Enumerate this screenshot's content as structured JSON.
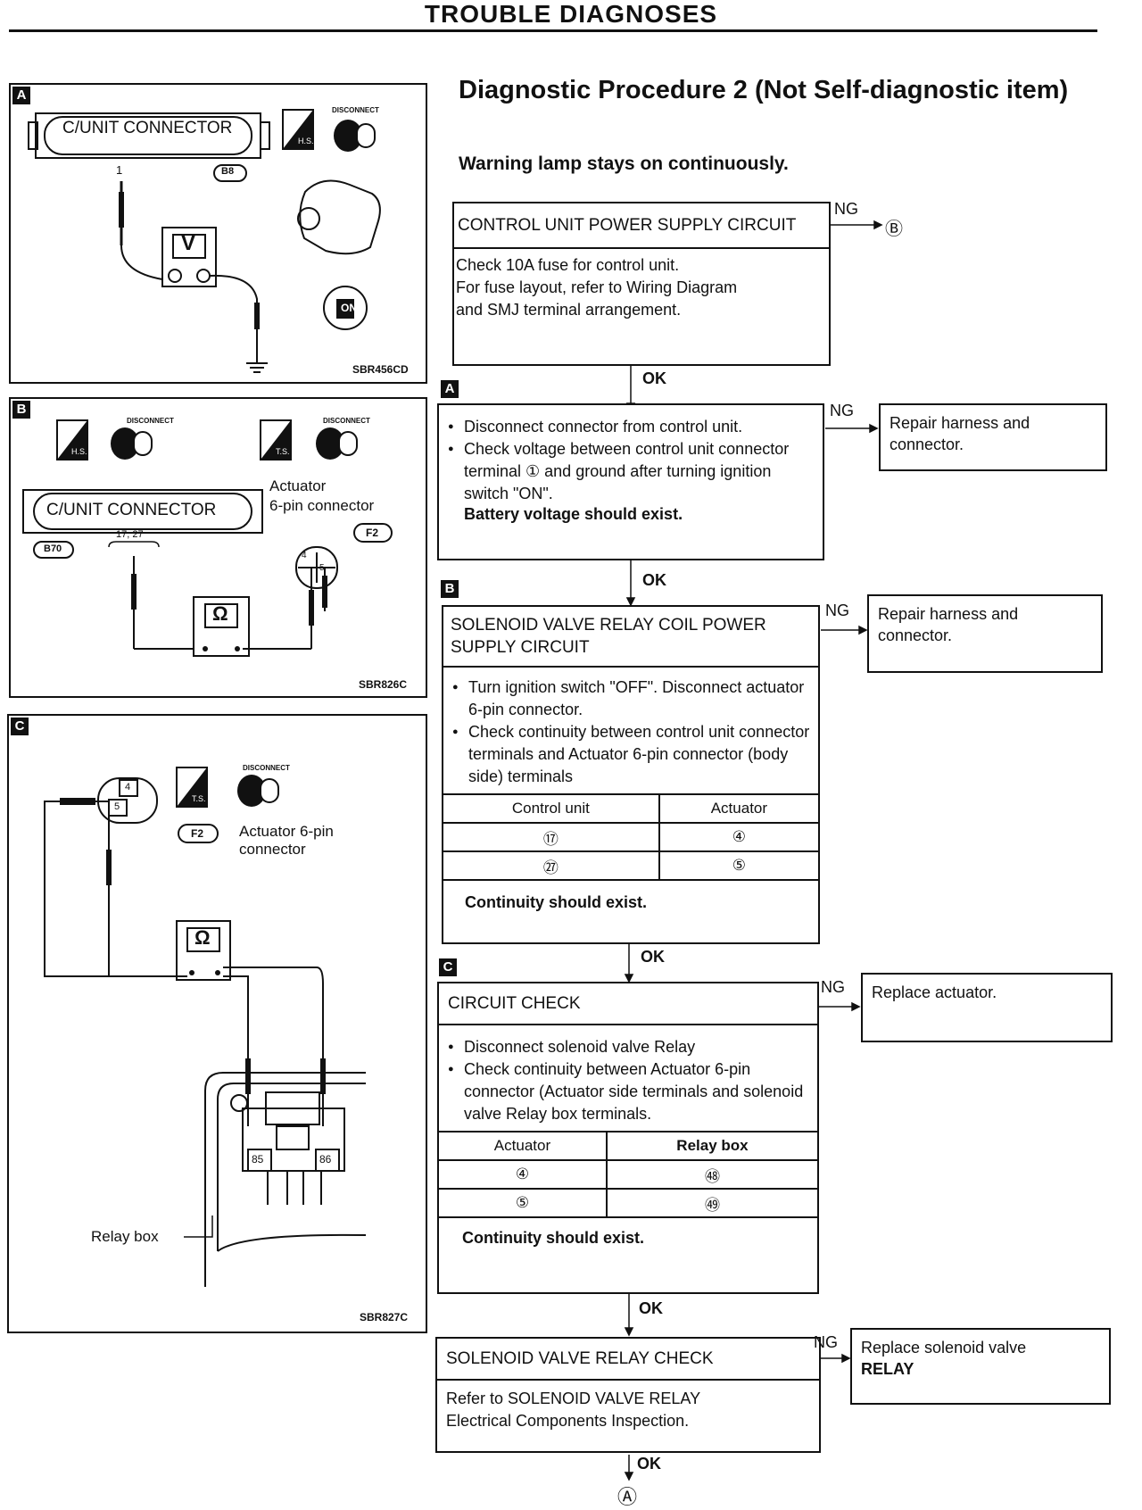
{
  "header": {
    "title": "TROUBLE DIAGNOSES"
  },
  "panels": {
    "a": {
      "label": "A",
      "connector": "C/UNIT CONNECTOR",
      "connector_code": "B8",
      "pin": "1",
      "meter": "V",
      "ref": "SBR456CD",
      "ign": "ON",
      "hs": "H.S.",
      "disconnect": "DISCONNECT"
    },
    "b": {
      "label": "B",
      "connector": "C/UNIT CONNECTOR",
      "connector_code": "B70",
      "pins": "17, 27",
      "actuator_label": "Actuator",
      "actuator_connector": "6-pin connector",
      "actuator_code": "F2",
      "pin4": "4",
      "pin5": "5",
      "meter": "Ω",
      "ref": "SBR826C",
      "hs": "H.S.",
      "ts": "T.S.",
      "disconnect": "DISCONNECT"
    },
    "c": {
      "label": "C",
      "actuator_connector": "Actuator 6-pin",
      "connector_word": "connector",
      "actuator_code": "F2",
      "pin4": "4",
      "pin5": "5",
      "meter": "Ω",
      "relay_box": "Relay box",
      "relay_85": "85",
      "relay_86": "86",
      "ref": "SBR827C",
      "ts": "T.S.",
      "disconnect": "DISCONNECT"
    }
  },
  "procedure": {
    "title": "Diagnostic Procedure 2 (Not Self-diagnostic item)",
    "subtitle": "Warning lamp stays on continuously.",
    "ng": "NG",
    "ok": "OK",
    "step1": {
      "title": "CONTROL UNIT POWER SUPPLY CIRCUIT",
      "lines": [
        "Check 10A fuse for control unit.",
        "For fuse layout, refer to Wiring Diagram",
        "and SMJ terminal arrangement."
      ],
      "ng_target": "Ⓑ"
    },
    "step2": {
      "label": "A",
      "bullets": [
        "Disconnect connector from control unit.",
        "Check voltage between control unit connector terminal ① and ground after turning ignition switch \"ON\"."
      ],
      "result": "Battery voltage should exist.",
      "ng_action": "Repair harness and connector."
    },
    "step3": {
      "label": "B",
      "title": "SOLENOID VALVE RELAY COIL POWER SUPPLY CIRCUIT",
      "bullets": [
        "Turn ignition switch \"OFF\". Disconnect actuator 6-pin connector.",
        "Check continuity between control unit connector terminals and Actuator 6-pin connector (body side) terminals"
      ],
      "table_headers": [
        "Control unit",
        "Actuator"
      ],
      "table_rows": [
        [
          "⑰",
          "④"
        ],
        [
          "㉗",
          "⑤"
        ]
      ],
      "result": "Continuity should exist.",
      "ng_action": "Repair harness and connector."
    },
    "step4": {
      "label": "C",
      "title": "CIRCUIT CHECK",
      "bullets": [
        "Disconnect solenoid valve Relay",
        "Check continuity between Actuator 6-pin connector (Actuator side terminals and solenoid valve Relay box terminals."
      ],
      "table_headers": [
        "Actuator",
        "Relay box"
      ],
      "table_rows": [
        [
          "④",
          "㊽"
        ],
        [
          "⑤",
          "㊾"
        ]
      ],
      "result": "Continuity should exist.",
      "ng_action": "Replace actuator."
    },
    "step5": {
      "title": "SOLENOID VALVE RELAY CHECK",
      "body": [
        "Refer to SOLENOID VALVE RELAY",
        "Electrical Components Inspection."
      ],
      "ng_action_line1": "Replace solenoid valve",
      "ng_action_line2": "RELAY"
    },
    "end": "Ⓐ"
  }
}
